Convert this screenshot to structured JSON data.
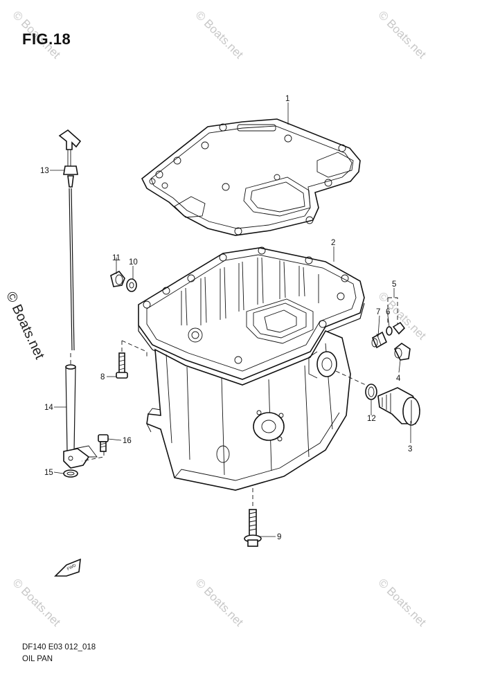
{
  "figure": {
    "title": "FIG.18",
    "code": "DF140 E03 012_018",
    "name": "OIL PAN"
  },
  "watermark": {
    "text": "© Boats.net",
    "side_text": "© Boats.net"
  },
  "callouts": [
    "1",
    "2",
    "3",
    "4",
    "5",
    "6",
    "7",
    "8",
    "9",
    "10",
    "11",
    "12",
    "13",
    "14",
    "15",
    "16"
  ],
  "direction_label": "FWD"
}
